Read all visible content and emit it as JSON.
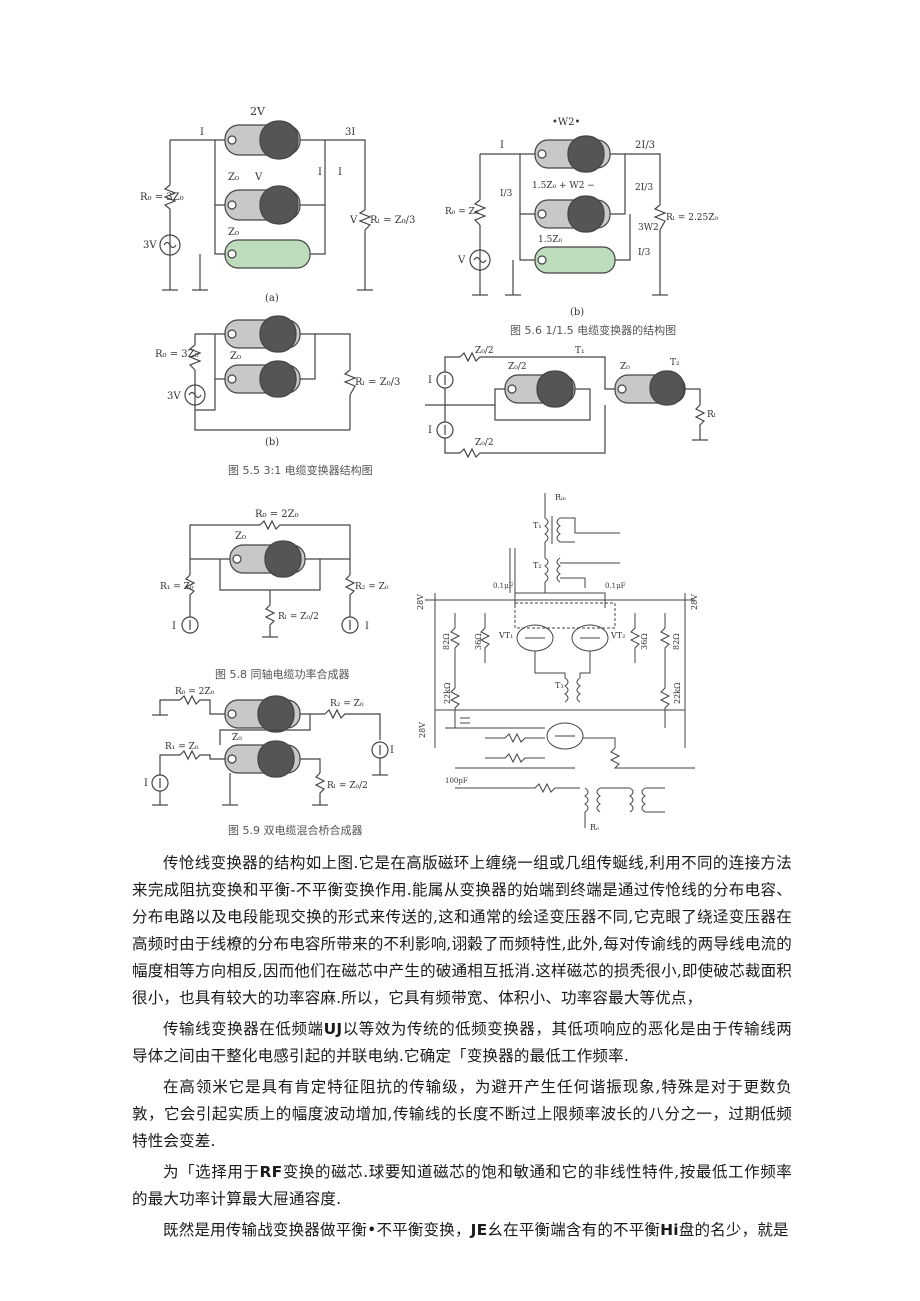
{
  "figures": {
    "fig_a": {
      "label_2v": "2V",
      "label_i_in": "I",
      "label_3i": "3I",
      "label_rs": "R₀ = 3Z₀",
      "label_source": "3V",
      "label_z0_1": "Z₀",
      "label_v": "V",
      "label_z0_2": "Z₀",
      "label_rl": "Rₗ = Z₀/3",
      "label_vload": "V",
      "label_i1": "I",
      "label_i2": "I",
      "sub": "(a)"
    },
    "fig_b": {
      "label_w2": "•W2•",
      "label_i_in": "I",
      "label_2i3_top": "2I/3",
      "label_i3": "I/3",
      "label_z_mid": "1.5Z₀ + W2 −",
      "label_2i3_right": "2I/3",
      "label_rs": "R₀ = Z₀",
      "label_z_low": "1.5Z₀",
      "label_3w2": "3W2",
      "label_rl": "Rₗ = 2.25Z₀",
      "label_i3_low": "I/3",
      "label_source": "V",
      "sub": "(b)"
    },
    "caption_5_6": "图 5.6  1/1.5 电缆变换器的结构图",
    "fig_c": {
      "label_rs": "R₀ = 3Z₀",
      "label_z0": "Z₀",
      "label_source": "3V",
      "label_rl": "Rₗ = Z₀/3",
      "sub": "(b)"
    },
    "caption_5_5": "图 5.5  3:1 电缆变换器结构图",
    "fig_d": {
      "label_z2_top": "Z₀/2",
      "label_t1": "T₁",
      "label_z2_mid": "Z₀/2",
      "label_z0": "Z₀",
      "label_t2": "T₂",
      "label_i1": "I",
      "label_i2": "I",
      "label_z2_bot": "Z₀/2",
      "label_rl": "Rₗ"
    },
    "fig_e": {
      "label_rd": "R₀ = 2Z₀",
      "label_z0": "Z₀",
      "label_rs1": "R₁ = Z₀",
      "label_rs2": "R₂ = Z₀",
      "label_rl": "Rₗ = Z₀/2",
      "label_i1": "I",
      "label_i2": "I"
    },
    "caption_5_8": "图 5.8   同轴电缆功率合成器",
    "fig_f": {
      "label_rd": "R₀ = 2Z₀",
      "label_rs2": "R₂ = Z₀",
      "label_rs1": "R₁ = Z₀",
      "label_z0": "Z₀",
      "label_rl": "Rₗ = Z₀/2",
      "label_i1": "I",
      "label_i2": "I"
    },
    "caption_5_9": "图 5.9   双电缆混合桥合成器",
    "fig_amp": {
      "label_vcc_l": "28V",
      "label_vcc_r": "28V",
      "label_r1": "82Ω",
      "label_r2": "82Ω",
      "label_r3": "36Ω",
      "label_r4": "36Ω",
      "label_r5": "22kΩ",
      "label_r6": "22kΩ",
      "label_v1": "VT₁",
      "label_v2": "VT₂",
      "label_t1": "T₁",
      "label_t2": "T₂",
      "label_t3": "T₃",
      "label_c1": "0.1μF",
      "label_c2": "0.1μF",
      "label_c3": "100pF",
      "label_28v_low": "28V",
      "label_rin": "Rᵢₙ",
      "label_rout": "Rₒ"
    }
  },
  "paragraphs": [
    "传怆线变换器的结构如上图.它是在高版磁环上缠绕一组或几组传蜒线,利用不同的连接方法来完成阻抗变换和平衡-不平衡变换作用.能属从变换器的始端到终端是通过传怆线的分布电容、分布电路以及电段能现交换的形式来传送的,这和通常的绘迳变压器不同,它克眼了绕迳变压器在高频时由于线橑的分布电容所带来的不利影响,诩糓了而频特性,此外,每对传谕线的两导线电流的幅度相等方向相反,因而他们在磁芯中产生的破通相互抵消.这样磁芯的损秃很小,即使破芯裁面积很小，也具有较大的功率容麻.所以，它具有频带宽、体积小、功率容最大等优点，",
    "传输线变换器在低频端|UJ|以等效为传统的低频变换器，其低项响应的恶化是由于传输线两导体之间由干整化电感引起的并联电纳.它确定「变换器的最低工作频率.",
    "在高领米它是具有肯定特征阻抗的传输级，为避开产生任何谐振现象,特殊是对于更数负敦，它会引起实质上的幅度波动增加,传输线的长度不断过上限频率波长的八分之一，过期低频特性会变差.",
    "为「选择用于|RF|变换的磁芯.球要知道磁芯的饱和敏通和它的非线性特件,按最低工作频率的最大功率计算最大屉通容度.",
    "既然是用传输战变换器做平衡•不平衡变换，|JE|幺在平衡端含有的不平衡|Hi|盘的名少，就是"
  ]
}
